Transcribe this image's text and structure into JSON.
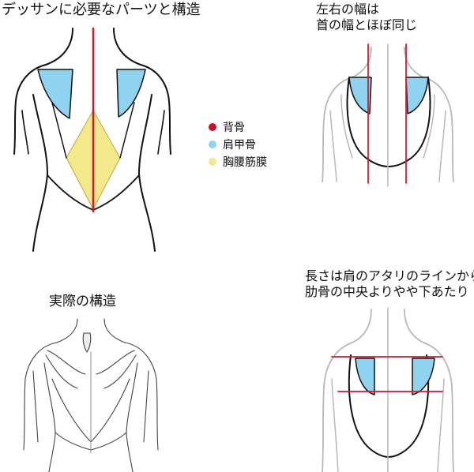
{
  "titles": {
    "main": "デッサンに必要なパーツと構造",
    "width_line1": "左右の幅は",
    "width_line2": "首の幅とほぼ同じ",
    "actual": "実際の構造",
    "length_line1": "長さは肩のアタリのラインから",
    "length_line2": "肋骨の中央よりやや下あたり"
  },
  "legend": [
    {
      "label": "背骨",
      "color": "#c8102e"
    },
    {
      "label": "肩甲骨",
      "color": "#8fd3f1"
    },
    {
      "label": "胸腰筋膜",
      "color": "#f3e98a"
    }
  ],
  "colors": {
    "spine": "#d4192f",
    "scapula": "#8fd3f1",
    "fascia": "#f3e98a",
    "outline": "#111111",
    "sketch": "#b8b8b8"
  }
}
